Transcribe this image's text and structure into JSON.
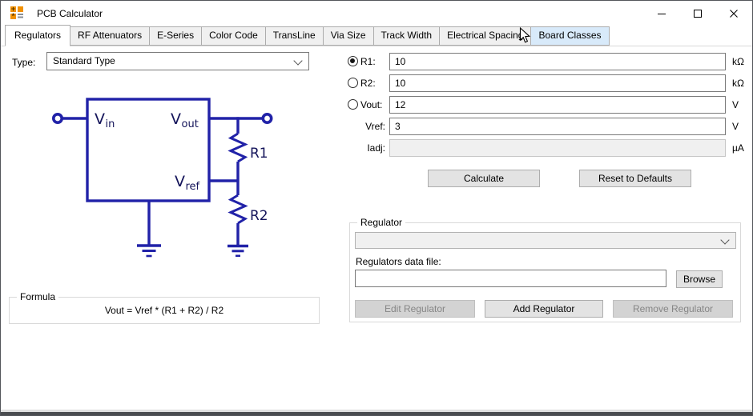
{
  "window": {
    "title": "PCB Calculator"
  },
  "tabs": [
    {
      "label": "Regulators"
    },
    {
      "label": "RF Attenuators"
    },
    {
      "label": "E-Series"
    },
    {
      "label": "Color Code"
    },
    {
      "label": "TransLine"
    },
    {
      "label": "Via Size"
    },
    {
      "label": "Track Width"
    },
    {
      "label": "Electrical Spacing"
    },
    {
      "label": "Board Classes"
    }
  ],
  "colors": {
    "diagram_line_blue": "#2122a8",
    "diagram_text_navy": "#14145a",
    "tab_hover_blue": "#d8eafa",
    "icon_orange": "#f29100"
  },
  "regulators": {
    "type_label": "Type:",
    "type_value": "Standard Type",
    "diagram": {
      "vin_main": "V",
      "vin_sub": "in",
      "vout_main": "V",
      "vout_sub": "out",
      "vref_main": "V",
      "vref_sub": "ref",
      "r1": "R1",
      "r2": "R2"
    },
    "formula": {
      "title": "Formula",
      "text": "Vout = Vref * (R1 + R2) / R2"
    },
    "params": [
      {
        "label": "R1:",
        "value": "10",
        "unit": "kΩ"
      },
      {
        "label": "R2:",
        "value": "10",
        "unit": "kΩ"
      },
      {
        "label": "Vout:",
        "value": "12",
        "unit": "V"
      },
      {
        "label": "Vref:",
        "value": "3",
        "unit": "V"
      },
      {
        "label": "Iadj:",
        "value": "",
        "unit": "µA"
      }
    ],
    "actions": {
      "calculate": "Calculate",
      "reset": "Reset to Defaults"
    },
    "regulator_group": {
      "title": "Regulator",
      "selected": "",
      "data_file_label": "Regulators data file:",
      "data_file_value": "",
      "browse": "Browse",
      "edit": "Edit Regulator",
      "add": "Add Regulator",
      "remove": "Remove Regulator"
    }
  }
}
